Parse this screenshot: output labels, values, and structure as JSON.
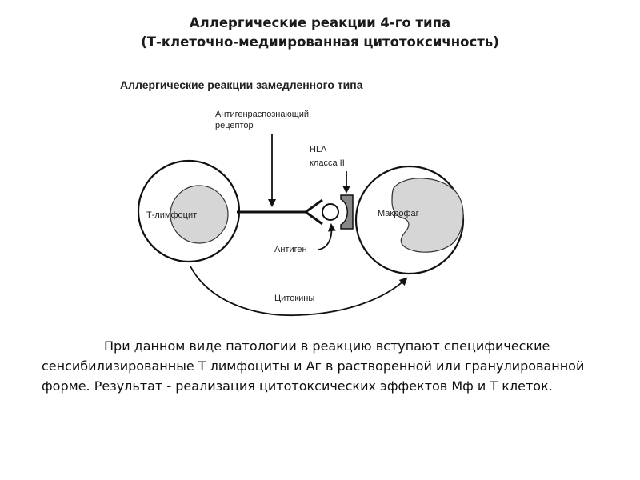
{
  "slide": {
    "title_line1": "Аллергические реакции 4-го типа",
    "title_line2": "(Т-клеточно-медиированная цитотоксичность)",
    "body_text": "При данном виде патологии в реакцию вступают специфические сенсибилизированные Т лимфоциты и Аг в растворенной или гранулированной форме. Результат -  реализация цитотоксических эффектов Мф и Т клеток."
  },
  "diagram": {
    "heading": "Аллергические реакции замедленного типа",
    "receptor_label_line1": "Антигенраспознающий",
    "receptor_label_line2": "рецептор",
    "hla_label_line1": "HLA",
    "hla_label_line2": "класса II",
    "t_cell_label": "Т-лимфоцит",
    "macrophage_label": "Макрофаг",
    "antigen_label": "Антиген",
    "cytokines_label": "Цитокины",
    "colors": {
      "stroke": "#111111",
      "nucleus_fill": "#d6d6d6",
      "hla_fill": "#888888"
    }
  }
}
